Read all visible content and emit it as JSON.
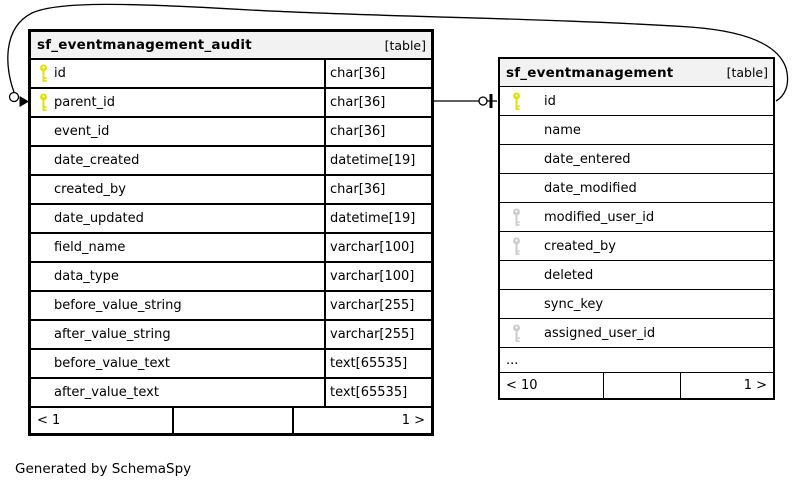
{
  "page": {
    "generator_note": "Generated by SchemaSpy"
  },
  "colors": {
    "primary_key_icon": "#e0e000",
    "indexed_key_icon": "#cccccc",
    "table_header_bg": "#f2f2f2",
    "border": "#000000"
  },
  "tables": [
    {
      "name": "sf_eventmanagement_audit",
      "badge": "[table]",
      "columns": [
        {
          "name": "id",
          "type": "char[36]",
          "key": "primary"
        },
        {
          "name": "parent_id",
          "type": "char[36]",
          "key": "primary"
        },
        {
          "name": "event_id",
          "type": "char[36]",
          "key": ""
        },
        {
          "name": "date_created",
          "type": "datetime[19]",
          "key": ""
        },
        {
          "name": "created_by",
          "type": "char[36]",
          "key": ""
        },
        {
          "name": "date_updated",
          "type": "datetime[19]",
          "key": ""
        },
        {
          "name": "field_name",
          "type": "varchar[100]",
          "key": ""
        },
        {
          "name": "data_type",
          "type": "varchar[100]",
          "key": ""
        },
        {
          "name": "before_value_string",
          "type": "varchar[255]",
          "key": ""
        },
        {
          "name": "after_value_string",
          "type": "varchar[255]",
          "key": ""
        },
        {
          "name": "before_value_text",
          "type": "text[65535]",
          "key": ""
        },
        {
          "name": "after_value_text",
          "type": "text[65535]",
          "key": ""
        }
      ],
      "footer": {
        "left": "< 1",
        "right": "1 >"
      }
    },
    {
      "name": "sf_eventmanagement",
      "badge": "[table]",
      "columns": [
        {
          "name": "id",
          "key": "primary"
        },
        {
          "name": "name",
          "key": ""
        },
        {
          "name": "date_entered",
          "key": ""
        },
        {
          "name": "date_modified",
          "key": ""
        },
        {
          "name": "modified_user_id",
          "key": "indexed"
        },
        {
          "name": "created_by",
          "key": "indexed"
        },
        {
          "name": "deleted",
          "key": ""
        },
        {
          "name": "sync_key",
          "key": ""
        },
        {
          "name": "assigned_user_id",
          "key": "indexed"
        }
      ],
      "truncation_indicator": "...",
      "footer": {
        "left": "< 10",
        "right": "1 >"
      }
    }
  ],
  "relationships": [
    {
      "from": "sf_eventmanagement_audit.parent_id",
      "to": "sf_eventmanagement.id",
      "route": "direct"
    },
    {
      "from": "sf_eventmanagement_audit.parent_id",
      "to": "sf_eventmanagement.id",
      "route": "around-top"
    }
  ]
}
